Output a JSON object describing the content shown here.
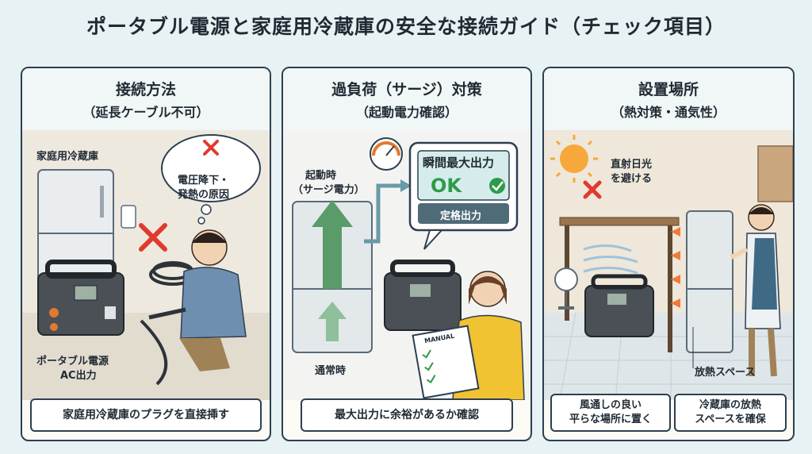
{
  "title": "ポータブル電源と家庭用冷蔵庫の安全な接続ガイド（チェック項目）",
  "panels": [
    {
      "heading": "接続方法",
      "subheading": "（延長ケーブル不可）",
      "fridge_label": "家庭用冷蔵庫",
      "bubble_text": [
        "電圧降下・",
        "発熱の原因"
      ],
      "power_label": [
        "ポータブル電源",
        "AC出力"
      ],
      "caption": "家庭用冷蔵庫のプラグを直接挿す"
    },
    {
      "heading": "過負荷（サージ）対策",
      "subheading": "（起動電力確認）",
      "startup_label": [
        "起動時",
        "（サージ電力）"
      ],
      "normal_label": "通常時",
      "screen_top": "瞬間最大出力",
      "screen_ok": "OK",
      "screen_bottom": "定格出力",
      "manual_title": "MANUAL",
      "caption": "最大出力に余裕があるか確認"
    },
    {
      "heading": "設置場所",
      "subheading": "（熱対策・通気性）",
      "sun_label": [
        "直射日光",
        "を避ける"
      ],
      "heat_label": "放熱スペース",
      "caption_left": [
        "風通しの良い",
        "平らな場所に置く"
      ],
      "caption_right": [
        "冷蔵庫の放熱",
        "スペースを確保"
      ]
    }
  ],
  "colors": {
    "border": "#2d3f4f",
    "cross": "#e03a2e",
    "ok_green": "#2f9b48",
    "arrow_green": "#5b9b6a",
    "heat_orange": "#f07a3a"
  }
}
